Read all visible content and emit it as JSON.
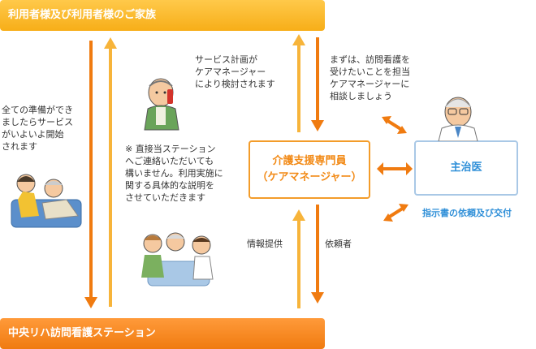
{
  "top_band": "利用者様及び利用者様のご家族",
  "bottom_band": "中央リハ訪問看護ステーション",
  "manager": {
    "line1": "介護支援専門員",
    "line2": "（ケアマネージャー）"
  },
  "doctor": "主治医",
  "doctor_caption": "指示書の依頼及び交付",
  "text_left": [
    "全ての準備ができ",
    "ましたらサービス",
    "がいよいよ開始",
    "されます"
  ],
  "text_plan": [
    "サービス計画が",
    "ケアマネージャー",
    "により検討されます"
  ],
  "text_note": [
    "※ 直接当ステーション",
    "へご連絡いただいても",
    "構いません。利用実施に",
    "関する具体的な説明を",
    "させていただきます"
  ],
  "text_consult": [
    "まずは、訪問看護を",
    "受けたいことを担当",
    "ケアマネージャーに",
    "相談しましょう"
  ],
  "label_info": "情報提供",
  "label_requester": "依頼者",
  "colors": {
    "orange_dark": "#f07b10",
    "orange_light": "#f7ae18",
    "blue": "#2f8fd8"
  }
}
